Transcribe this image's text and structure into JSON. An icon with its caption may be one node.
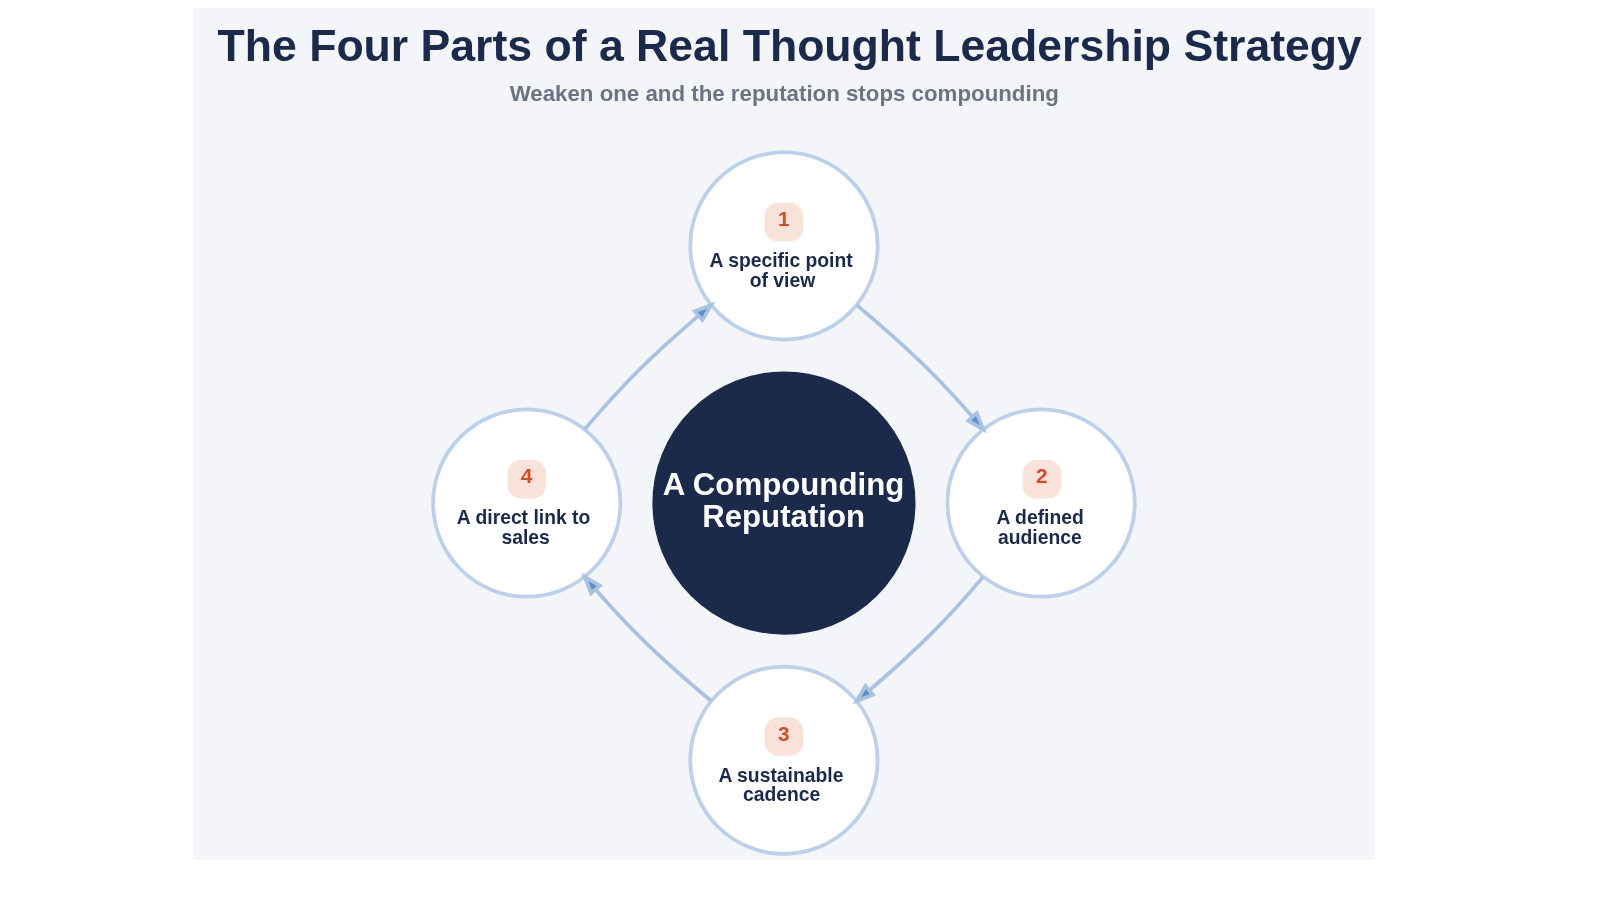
{
  "diagram": {
    "title": "The Four Parts of a Real Thought Leadership Strategy",
    "caption": "Weaken one and the reputation stops compounding",
    "nodes": [
      {
        "text": [
          "1",
          "A specific point of view"
        ]
      },
      {
        "text": [
          "4",
          "A direct link to sales"
        ]
      },
      {
        "text": [
          "A Compounding Reputation"
        ]
      },
      {
        "text": [
          "2",
          "A defined audience"
        ]
      },
      {
        "text": [
          "3",
          "A sustainable cadence"
        ]
      }
    ],
    "edges": [
      {
        "from": 0,
        "to": 3,
        "arrow": "to"
      },
      {
        "from": 3,
        "to": 4,
        "arrow": "to"
      },
      {
        "from": 4,
        "to": 1,
        "arrow": "to"
      },
      {
        "from": 1,
        "to": 0,
        "arrow": "to"
      }
    ]
  }
}
